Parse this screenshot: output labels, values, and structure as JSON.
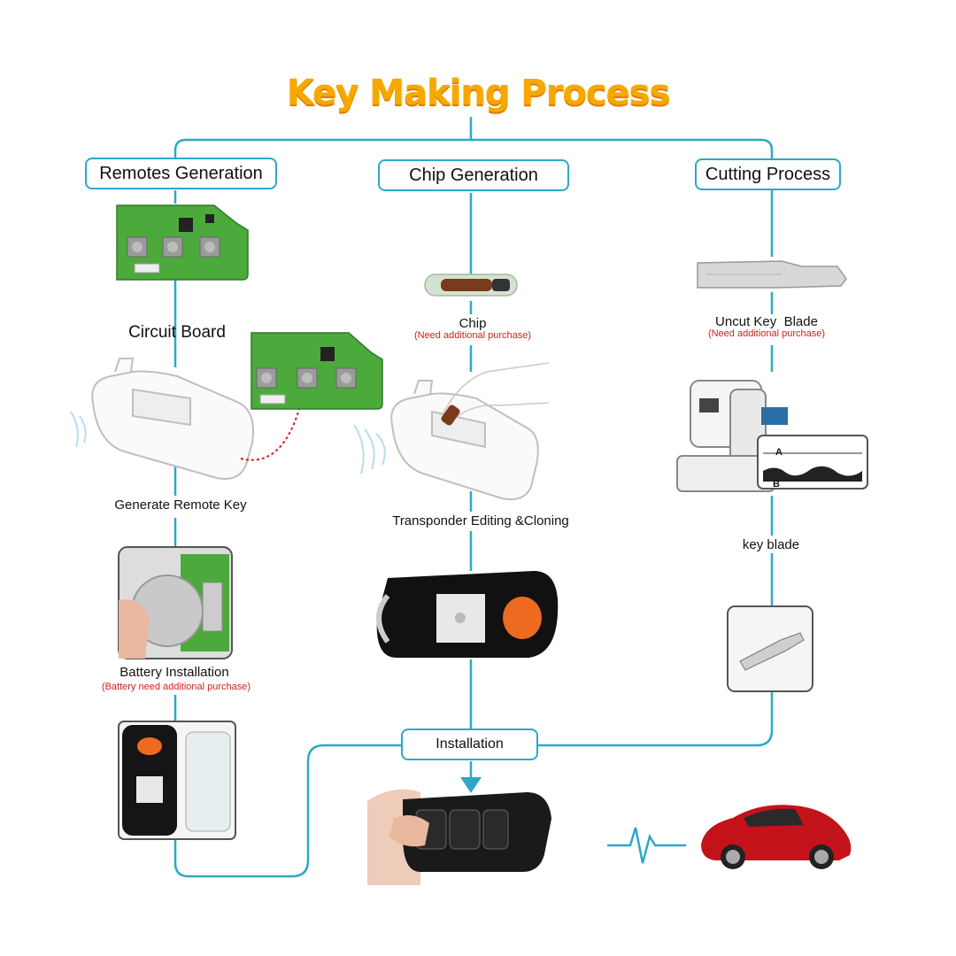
{
  "title": "Key Making Process",
  "stages": {
    "remotes": "Remotes Generation",
    "chip": "Chip Generation",
    "cutting": "Cutting Process"
  },
  "labels": {
    "circuit_board": "Circuit Board",
    "generate_remote_key": "Generate Remote Key",
    "battery_installation": "Battery Installation",
    "battery_note": "(Battery need additional purchase)",
    "chip": "Chip",
    "chip_note": "(Need additional purchase)",
    "transponder": "Transponder Editing &Cloning",
    "uncut_blade": "Uncut Key  Blade",
    "blade_note": "(Need additional purchase)",
    "key_blade": "key blade",
    "installation": "Installation"
  },
  "graph_markers": {
    "row_a": "A",
    "row_b": "B"
  },
  "colors": {
    "line": "#2ea8c6",
    "title": "#f6a800",
    "note": "#d02020",
    "pcb": "#4caa3c",
    "car": "#c4121a"
  },
  "icons": [
    "circuit-board-icon",
    "handheld-programmer-icon",
    "chip-icon",
    "flip-key-icon",
    "key-blade-icon",
    "key-cutting-machine-icon",
    "car-icon",
    "heartbeat-icon",
    "arrow-down-icon"
  ]
}
